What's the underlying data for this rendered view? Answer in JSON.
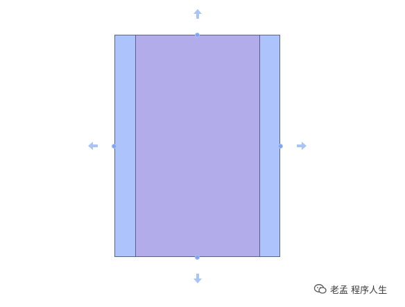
{
  "watermark": {
    "text": "老孟 程序人生",
    "icon": "wechat-icon"
  },
  "colors": {
    "outer_fill": "#adc3fb",
    "inner_fill": "#b2acea",
    "handle": "#7fa3ef",
    "arrow": "#a9c4f7"
  },
  "handles": [
    "resize-handle-top",
    "resize-handle-bottom",
    "resize-handle-left",
    "resize-handle-right"
  ],
  "arrows": [
    "arrow-up-icon",
    "arrow-down-icon",
    "arrow-left-icon",
    "arrow-right-icon"
  ]
}
